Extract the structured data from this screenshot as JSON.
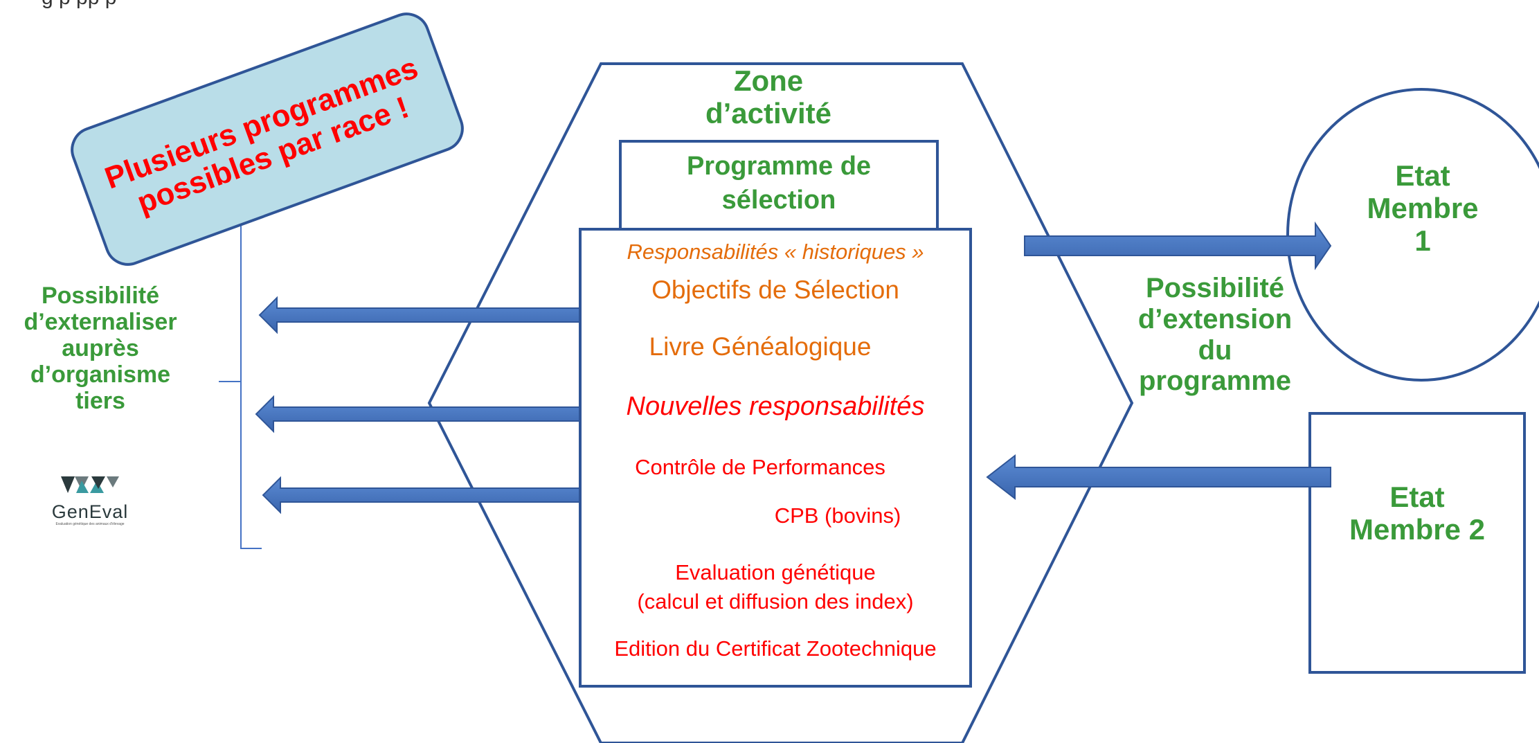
{
  "top_fragment": "g               p                 pp                                                                                                                                           p",
  "callout": {
    "text": "Plusieurs programmes\npossibles par race !"
  },
  "left": {
    "title": "Possibilité\nd’externaliser\nauprès\nd’organisme\ntiers",
    "logo_text": "GenEval",
    "logo_subtitle": "Evaluation génétique des animaux d'élevage"
  },
  "zone": {
    "title": "Zone\nd’activité"
  },
  "programme": {
    "title": "Programme de\nsélection"
  },
  "resp": {
    "historiques_header": "Responsabilités  « historiques »",
    "objectifs": "Objectifs de Sélection",
    "livre": "Livre Généalogique",
    "nouvelles_header": "Nouvelles responsabilités",
    "controle": "Contrôle de Performances",
    "cpb": "CPB (bovins)",
    "evaluation": "Evaluation génétique\n(calcul et diffusion des index)",
    "edition": "Edition du Certificat Zootechnique"
  },
  "extension": {
    "title": "Possibilité\nd’extension\ndu\nprogramme"
  },
  "etat1": {
    "label": "Etat\nMembre\n1"
  },
  "etat2": {
    "label": "Etat\nMembre 2"
  },
  "colors": {
    "green": "#3a9a3a",
    "orange": "#e46c0a",
    "red": "#ff0000",
    "outline": "#2f5597",
    "arrow": "#4472c4",
    "callout_fill": "#b9dde8"
  }
}
